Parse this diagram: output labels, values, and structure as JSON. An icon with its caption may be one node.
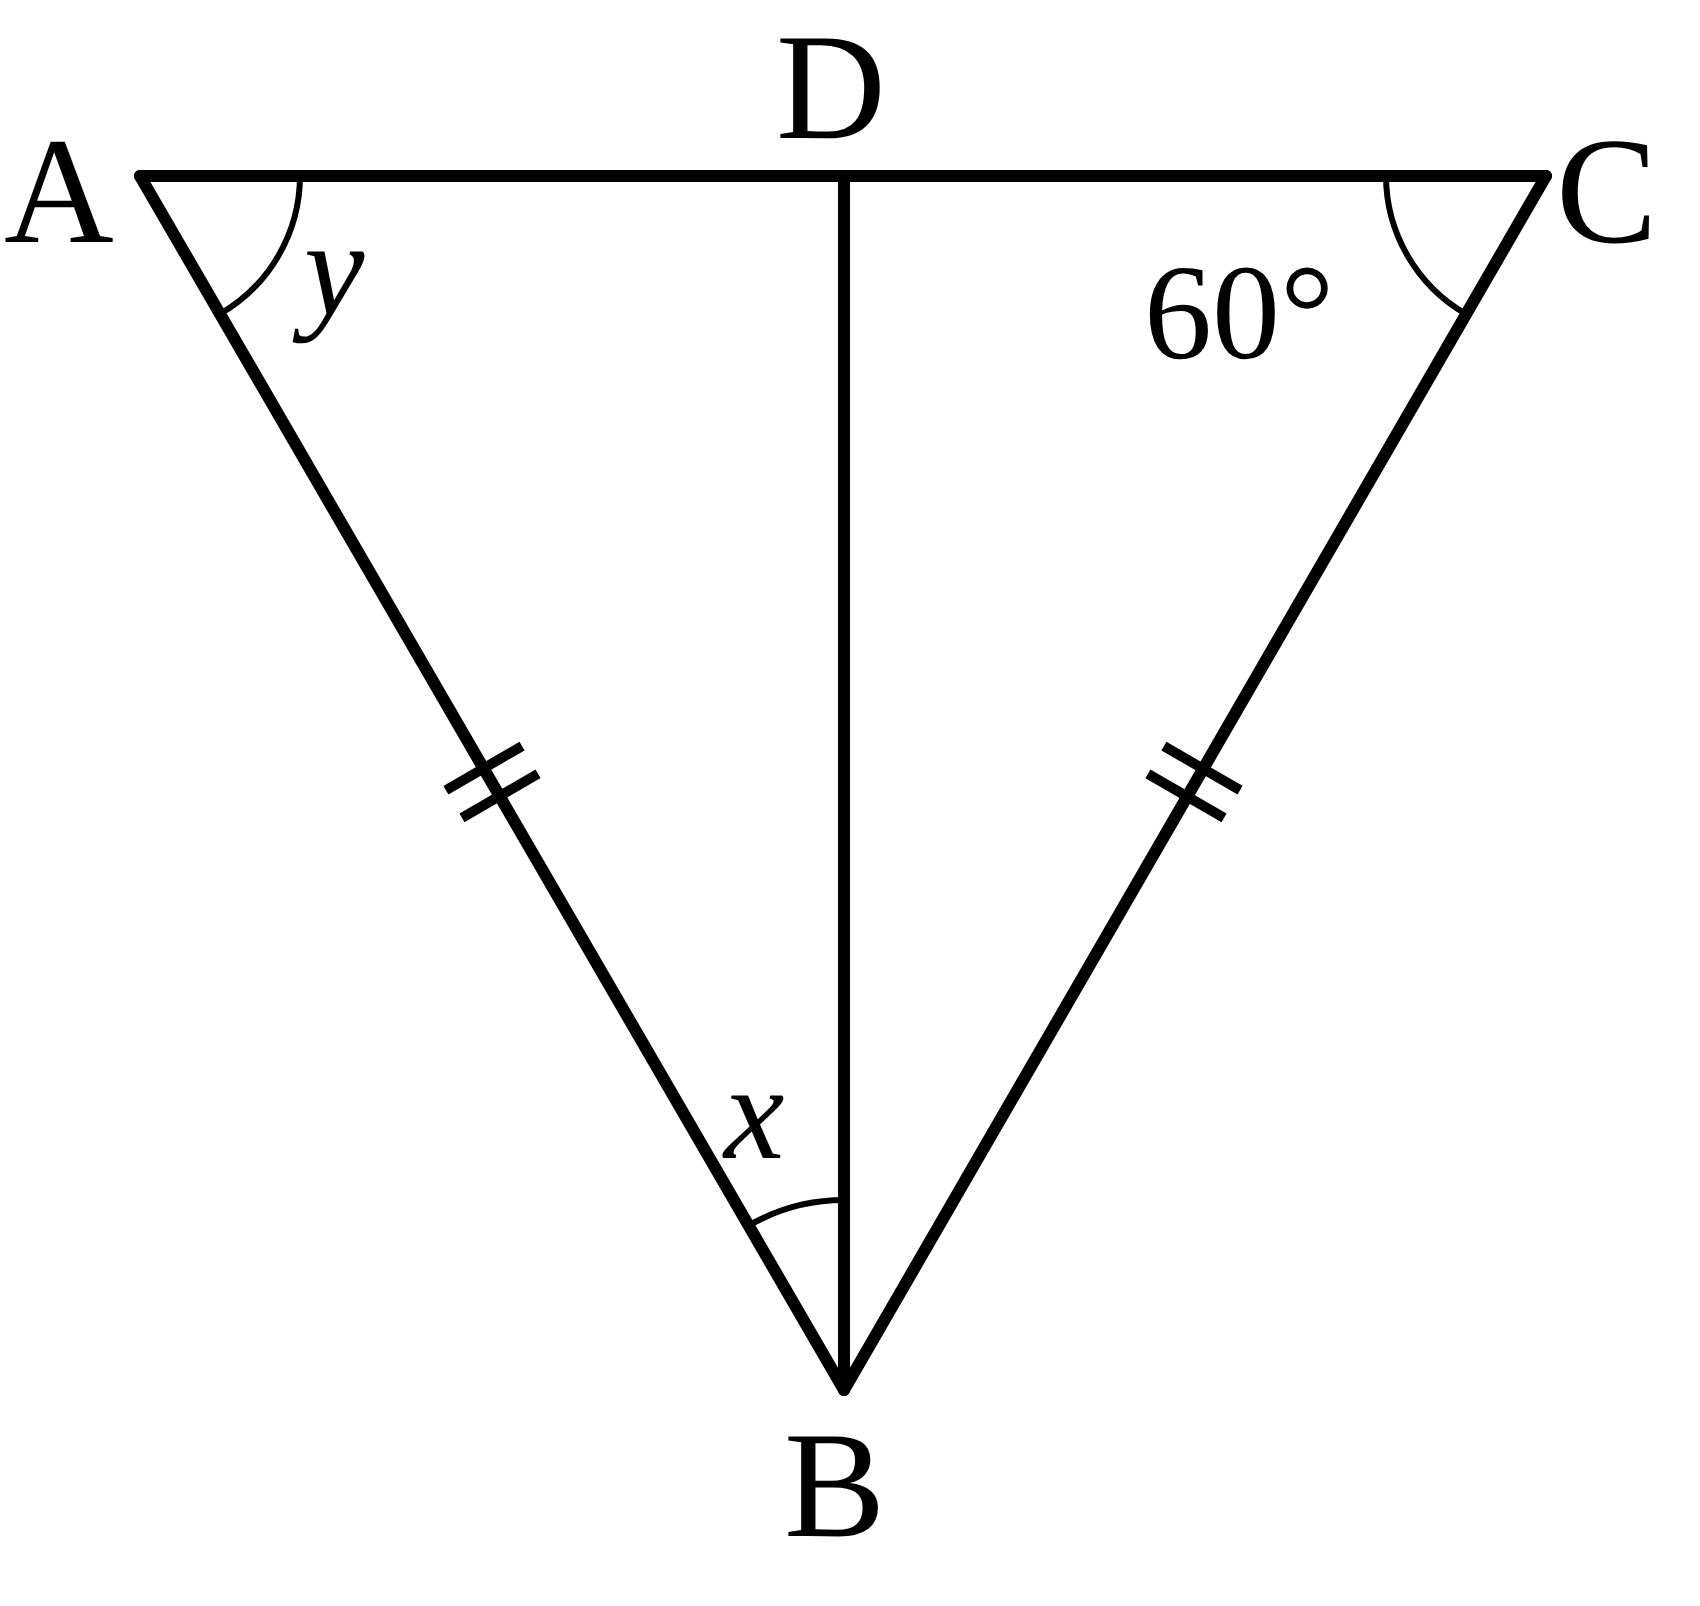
{
  "diagram": {
    "nodes": [
      {
        "text": [
          "A"
        ]
      },
      {
        "text": [
          "D"
        ]
      },
      {
        "text": [
          "C"
        ]
      },
      {
        "text": [
          "B"
        ]
      }
    ],
    "edges": [
      {
        "from": 0,
        "to": 1,
        "arrow": "none"
      },
      {
        "from": 1,
        "to": 2,
        "arrow": "none"
      },
      {
        "from": 0,
        "to": 3,
        "arrow": "none"
      },
      {
        "from": 2,
        "to": 3,
        "arrow": "none"
      },
      {
        "from": 1,
        "to": 3,
        "arrow": "none"
      }
    ],
    "labels": [
      "y",
      "60°",
      "x"
    ]
  }
}
